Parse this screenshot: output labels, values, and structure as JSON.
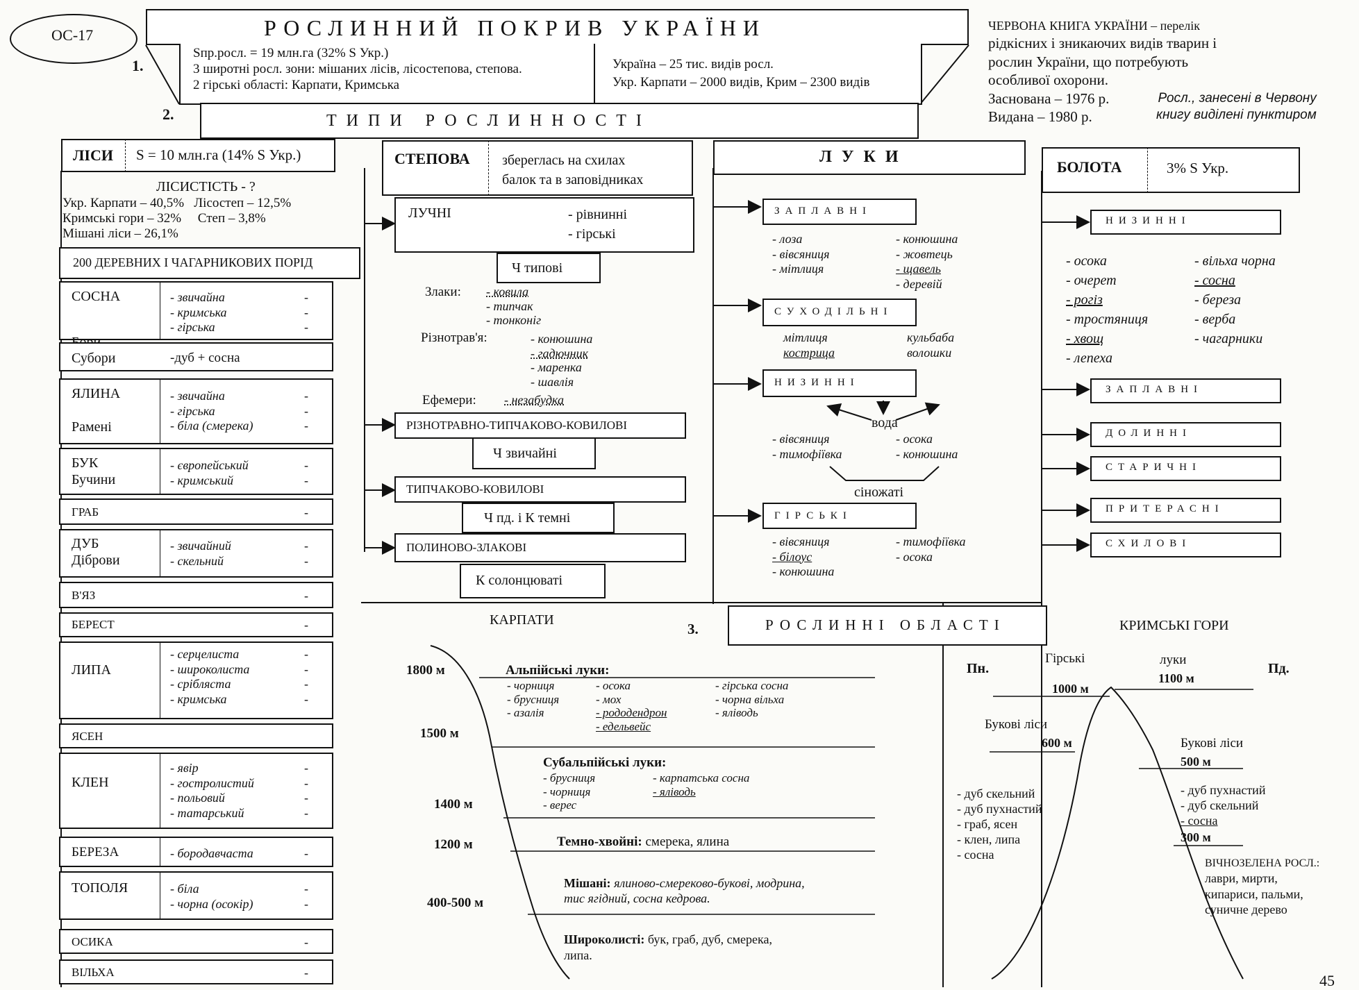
{
  "code": "ОС-17",
  "page_number": "45",
  "sec1_num": "1.",
  "sec2_num": "2.",
  "sec3_num": "3.",
  "title": "РОСЛИННИЙ ПОКРИВ УКРАЇНИ",
  "summary": {
    "left": [
      "Sпр.росл. = 19 млн.га (32% S Укр.)",
      "3 широтні росл. зони: мішаних лісів, лісостепова, степова.",
      "2 гірські області: Карпати, Кримська"
    ],
    "right": [
      "Україна – 25 тис. видів росл.",
      "Укр. Карпати – 2000 видів, Крим – 2300 видів"
    ]
  },
  "red_book": {
    "text": [
      "ЧЕРВОНА КНИГА УКРАЇНИ – перелік",
      "рідкісних і зникаючих видів тварин і",
      "рослин України, що потребують",
      "особливої охорони.",
      "Заснована – 1976 р.",
      "Видана – 1980 р."
    ],
    "note": [
      "Росл., занесені в Червону",
      "книгу виділені пунктиром"
    ]
  },
  "types_title": "ТИПИ РОСЛИННОСТІ",
  "forests": {
    "label": "ЛІСИ",
    "area": "S = 10 млн.га (14% S Укр.)",
    "forestry_title": "ЛІСИСТІСТЬ - ?",
    "forestry_lines": [
      "Укр. Карпати – 40,5%   Лісостеп – 12,5%",
      "Кримські гори – 32%     Степ – 3,8%",
      "Мішані ліси – 26,1%"
    ],
    "species_count": "200 ДЕРЕВНИХ І ЧАГАРНИКОВИХ ПОРІД",
    "dash": "-",
    "pine": {
      "name": "СОСНА",
      "types": [
        "- звичайна",
        "- кримська",
        "- гірська"
      ]
    },
    "bory": "Бори",
    "subory": "Субори",
    "subory_desc": "-дуб + сосна",
    "spruce": {
      "name": "ЯЛИНА",
      "sub": "Рамені",
      "types": [
        "- звичайна",
        "- гірська",
        "- біла (смерека)"
      ]
    },
    "beech": {
      "name": "БУК",
      "sub": "Бучини",
      "types": [
        "- європейський",
        "- кримський"
      ]
    },
    "hornbeam": "ГРАБ",
    "oak": {
      "name": "ДУБ",
      "sub": "Діброви",
      "types": [
        "- звичайний",
        "- скельний"
      ]
    },
    "elm": "В'ЯЗ",
    "berest": "БЕРЕСТ",
    "linden": {
      "name": "ЛИПА",
      "types": [
        "- серцелиста",
        "- широколиста",
        "- срібляста",
        "- кримська"
      ]
    },
    "ash": "ЯСЕН",
    "maple": {
      "name": "КЛЕН",
      "types": [
        "- явір",
        "- гостролистий",
        "- польовий",
        "- татарський"
      ]
    },
    "birch": {
      "name": "БЕРЕЗА",
      "types": [
        "- бородавчаста"
      ]
    },
    "poplar": {
      "name": "ТОПОЛЯ",
      "types": [
        "- біла",
        "- чорна (осокір)"
      ]
    },
    "aspen": "ОСИКА",
    "alder": "ВІЛЬХА"
  },
  "steppe": {
    "label": "СТЕПОВА",
    "desc": [
      "збереглась на схилах",
      "балок та в заповідниках"
    ],
    "meadow_label": "ЛУЧНІ",
    "meadow_types": [
      "- рівнинні",
      "- гірські"
    ],
    "typical": "Ч типові",
    "grasses_label": "Злаки:",
    "grasses": [
      "- ковила",
      "- типчак",
      "- тонконіг"
    ],
    "herbs_label": "Різнотрав'я:",
    "herbs": [
      "- конюшина",
      "- гадючник",
      "- маренка",
      "- шавлія"
    ],
    "ephemera_label": "Ефемери:",
    "ephemera": "- незабудка",
    "mixed": "РІЗНОТРАВНО-ТИПЧАКОВО-КОВИЛОВІ",
    "ordinary": "Ч звичайні",
    "tipchak": "ТИПЧАКОВО-КОВИЛОВІ",
    "south": "Ч пд. і К темні",
    "wormwood": "ПОЛИНОВО-ЗЛАКОВІ",
    "saline": "К солонцюваті"
  },
  "meadows": {
    "label": "ЛУКИ",
    "floodplain": "ЗАПЛАВНІ",
    "fp_left": [
      "- лоза",
      "- вівсяниця",
      "- мітлиця"
    ],
    "fp_right": [
      "- конюшина",
      "- жовтець",
      "- щавель",
      "- деревій"
    ],
    "dry": "СУХОДІЛЬНІ",
    "dry_left": [
      "мітлиця",
      "кострица"
    ],
    "dry_right": [
      "кульбаба",
      "волошки"
    ],
    "lowland": "НИЗИННІ",
    "water": "вода",
    "low_left": [
      "- вівсяниця",
      "- тимофіївка"
    ],
    "low_right": [
      "- осока",
      "- конюшина"
    ],
    "hayfields": "сіножаті",
    "mountain": "ГІРСЬКІ",
    "mt_left": [
      "- вівсяниця",
      "- білоус",
      "- конюшина"
    ],
    "mt_right": [
      "- тимофіївка",
      "- осока"
    ]
  },
  "swamps": {
    "label": "БОЛОТА",
    "area": "3% S Укр.",
    "lowland": "НИЗИННІ",
    "left": [
      "- осока",
      "- очерет",
      "- рогіз",
      "- тростяниця",
      "- хвощ",
      "- лепеха"
    ],
    "right": [
      "- вільха чорна",
      "- сосна",
      "- береза",
      "- верба",
      "- чагарники"
    ],
    "types": [
      "ЗАПЛАВНІ",
      "ДОЛИННІ",
      "СТАРИЧНІ",
      "ПРИТЕРАСНІ",
      "СХИЛОВІ"
    ]
  },
  "regions_title": "РОСЛИННІ ОБЛАСТІ",
  "carpathians": {
    "title": "КАРПАТИ",
    "h1800": "1800 м",
    "alpine_label": "Альпійські луки:",
    "alp1": [
      "- чорниця",
      "- брусниця",
      "- азалія"
    ],
    "alp2": [
      "- осока",
      "- мох",
      "- рододендрон",
      "- едельвейс"
    ],
    "alp3": [
      "- гірська сосна",
      "- чорна вільха",
      "- яліводь"
    ],
    "h1500": "1500 м",
    "subalpine_label": "Субальпійські луки:",
    "sub1": [
      "- брусниця",
      "- чорниця",
      "- верес"
    ],
    "sub2": [
      "- карпатська сосна",
      "- яліводь"
    ],
    "h1400": "1400 м",
    "h1200": "1200 м",
    "dark_label": "Темно-хвойні:",
    "dark": "смерека, ялина",
    "h400": "400-500 м",
    "mixed_label": "Мішані:",
    "mixed_lines": [
      "ялиново-смереково-букові, модрина,",
      "тис ягідний, сосна кедрова."
    ],
    "broad_label": "Широколисті:",
    "broad_lines": [
      "бук, граб, дуб, смерека,",
      "липа."
    ]
  },
  "crimea": {
    "title": "КРИМСЬКІ ГОРИ",
    "north": "Пн.",
    "south": "Пд.",
    "mountain": "Гірські",
    "meadows": "луки",
    "h1000": "1000 м",
    "h1100": "1100 м",
    "beech_n": "Букові ліси",
    "h600": "600 м",
    "beech_s": "Букові ліси",
    "h500": "500 м",
    "north_list": [
      "- дуб скельний",
      "- дуб пухнастий",
      "- граб, ясен",
      "- клен, липа",
      "- сосна"
    ],
    "south_list": [
      "- дуб пухнастий",
      "- дуб скельний",
      "- сосна"
    ],
    "h300": "300 м",
    "evergreen_label": "ВІЧНОЗЕЛЕНА РОСЛ.:",
    "evergreen": [
      "лаври, мирти,",
      "кипариси, пальми,",
      "суничне дерево"
    ]
  }
}
